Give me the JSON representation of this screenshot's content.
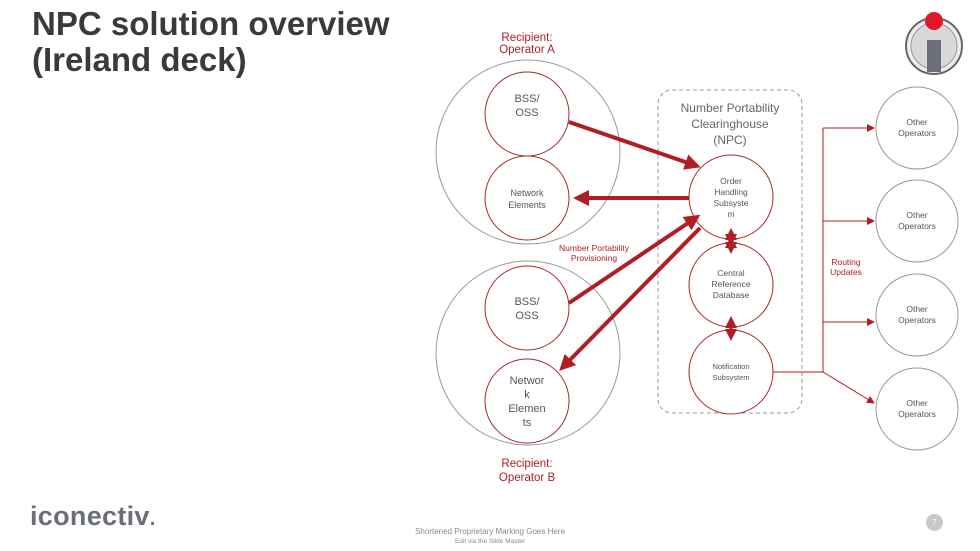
{
  "slide": {
    "title": "NPC solution overview\n(Ireland deck)",
    "brand": "iconectiv",
    "footer_line1": "Shortened Proprietary Marking Goes Here",
    "footer_line2": "Edit via the Slide Master",
    "page_number": "7"
  },
  "diagram": {
    "operator_a_label": [
      "Recipient:",
      "Operator A"
    ],
    "operator_b_label": [
      "Recipient:",
      "Operator B"
    ],
    "a_bss": [
      "BSS/",
      "OSS"
    ],
    "a_network": [
      "Network",
      "Elements"
    ],
    "b_bss": [
      "BSS/",
      "OSS"
    ],
    "b_network": [
      "Networ",
      "k",
      "Elemen",
      "ts"
    ],
    "npc_title": [
      "Number Portability",
      "Clearinghouse",
      "(NPC)"
    ],
    "order_handling": [
      "Order",
      "Handling",
      "Subsyste",
      "m"
    ],
    "central_db": [
      "Central",
      "Reference",
      "Database"
    ],
    "notification": [
      "Notification",
      "Subsystem"
    ],
    "provisioning_label": [
      "Number Portability",
      "Provisioning"
    ],
    "routing_label": [
      "Routing",
      "Updates"
    ],
    "other_operators": [
      [
        "Other",
        "Operators"
      ],
      [
        "Other",
        "Operators"
      ],
      [
        "Other",
        "Operators"
      ],
      [
        "Other",
        "Operators"
      ]
    ]
  },
  "colors": {
    "accent": "#b01e23",
    "node_border": "#a52a2a",
    "outer_circle": "#999999",
    "npc_box_border": "#999999"
  },
  "icons": {
    "logo_mark": "iconectiv-i-logo-icon"
  }
}
